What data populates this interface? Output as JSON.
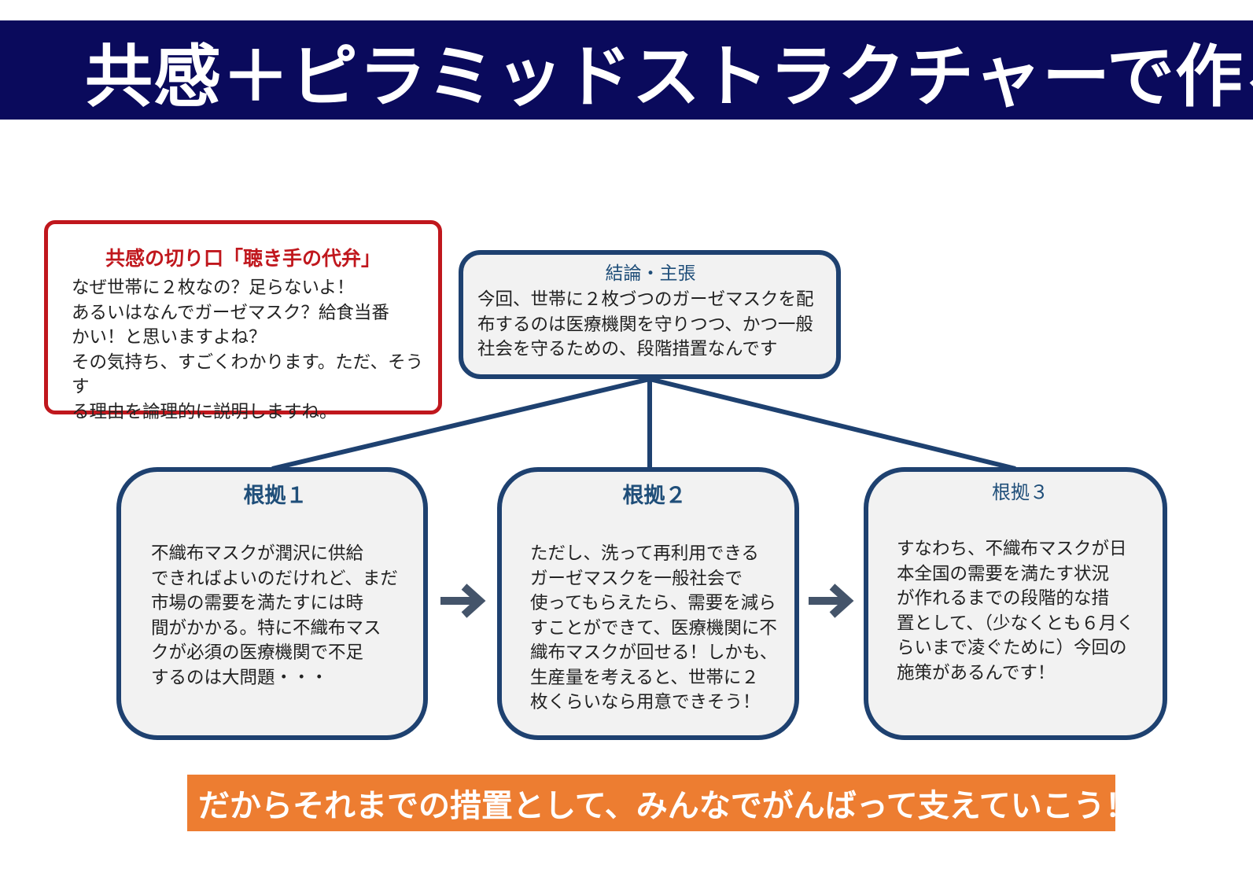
{
  "header": {
    "title": "共感＋ピラミッドストラクチャーで作る"
  },
  "empathy": {
    "heading": "共感の切り口「聴き手の代弁」",
    "body": "なぜ世帯に２枚なの？足らないよ！\nあるいはなんでガーゼマスク？給食当番\nかい！と思いますよね？\nその気持ち、すごくわかります。ただ、そうす\nる理由を論理的に説明しますね。"
  },
  "conclusion": {
    "title": "結論・主張",
    "body": "今回、世帯に２枚づつのガーゼマスクを配\n布するのは医療機関を守りつつ、かつ一般\n社会を守るための、段階措置なんです"
  },
  "evidence": [
    {
      "title": "根拠１",
      "body": "不織布マスクが潤沢に供給\nできればよいのだけれど、まだ\n市場の需要を満たすには時\n間がかかる。特に不織布マス\nクが必須の医療機関で不足\nするのは大問題・・・"
    },
    {
      "title": "根拠２",
      "body": "ただし、洗って再利用できる\nガーゼマスクを一般社会で\n使ってもらえたら、需要を減ら\nすことができて、医療機関に不\n織布マスクが回せる！しかも、\n生産量を考えると、世帯に２\n枚くらいなら用意できそう！"
    },
    {
      "title": "根拠３",
      "body": "すなわち、不織布マスクが日\n本全国の需要を満たす状況\nが作れるまでの段階的な措\n置として、（少なくとも６月く\nらいまで凌ぐために）今回の\n施策があるんです！"
    }
  ],
  "banner": {
    "text": "だからそれまでの措置として、みんなでがんばって支えていこう！"
  },
  "colors": {
    "header_bg": "#0a0a5c",
    "empathy_border": "#c0171d",
    "node_border": "#1e4170",
    "node_fill": "#f2f2f2",
    "title_blue": "#1f4e79",
    "arrow": "#44546a",
    "banner_bg": "#ed7d31"
  },
  "icons": {
    "flow_arrow": "right-arrow-icon"
  }
}
